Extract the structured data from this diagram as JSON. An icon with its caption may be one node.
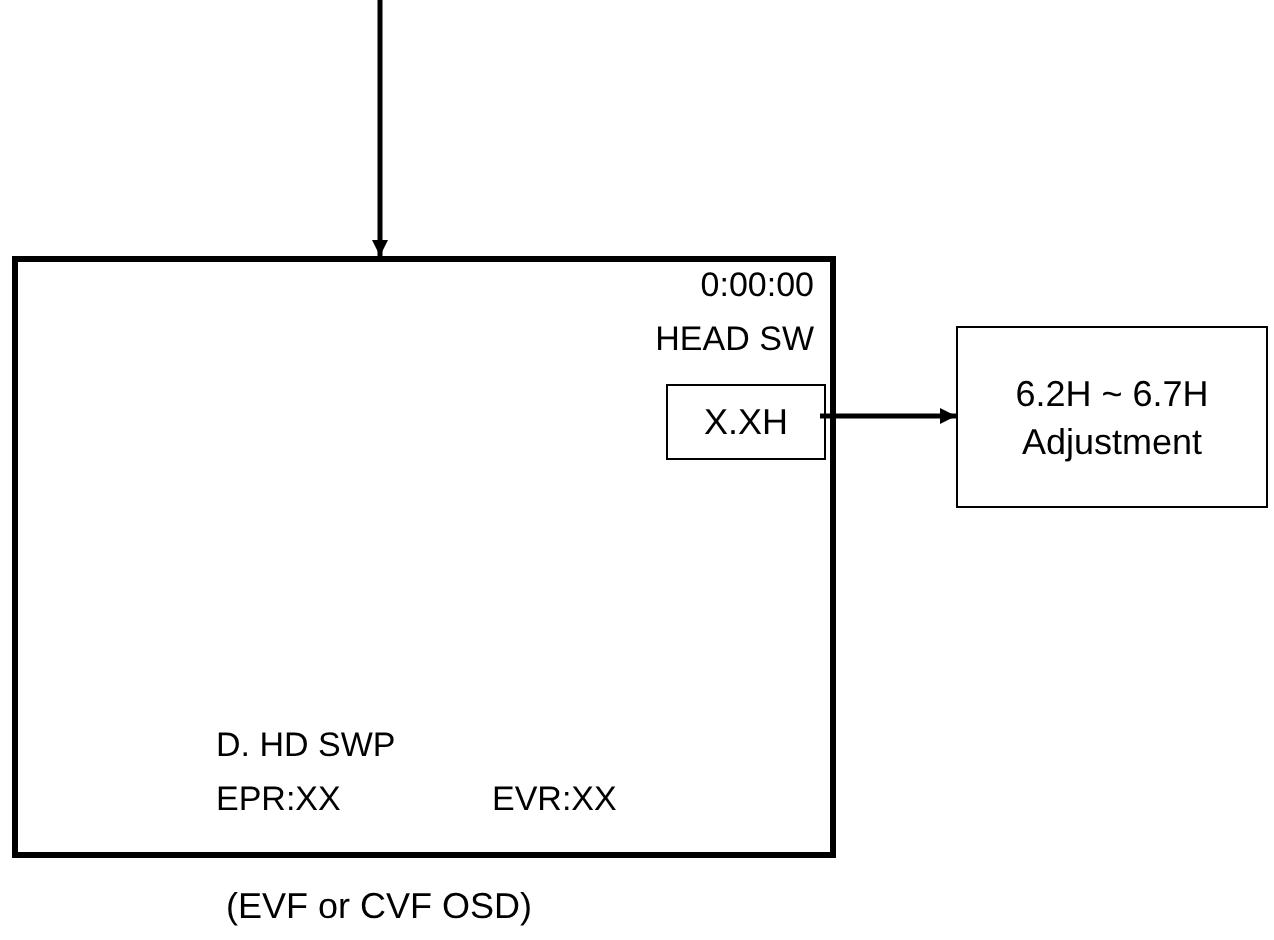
{
  "diagram": {
    "nodes": [
      {
        "text": [
          "0:00:00",
          "HEAD SW",
          "D. HD SWP",
          "EPR:XX",
          "EVR:XX"
        ],
        "beside": [
          "(EVF or CVF OSD)"
        ]
      },
      {
        "text": [
          "X.XH"
        ],
        "in": 0
      },
      {
        "text": [
          "6.2H ~ 6.7H Adjustment"
        ]
      }
    ],
    "edges": [
      {
        "from": null,
        "to": 0,
        "arrow": "to"
      },
      {
        "from": 1,
        "to": 2,
        "arrow": "to"
      }
    ]
  }
}
